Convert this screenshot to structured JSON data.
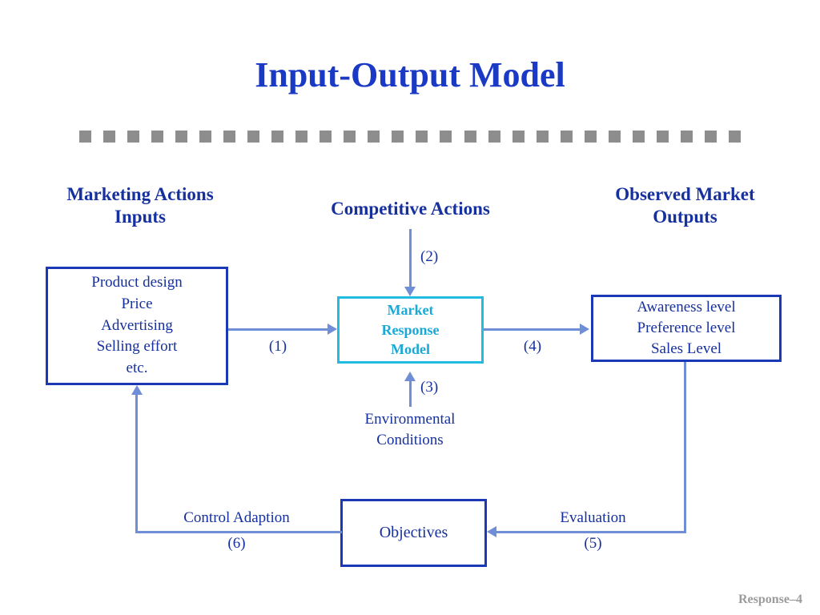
{
  "slide": {
    "title": "Input-Output Model",
    "footer": "Response–4",
    "divider_square_count": 28
  },
  "colors": {
    "title_blue": "#1a39c4",
    "navy": "#16309e",
    "box_navy_border": "#1c39b5",
    "cyan": "#1aa9d6",
    "box_cyan_border": "#22bce3",
    "connector_blue": "#6f8ed6",
    "divider_gray": "#8d8d8d",
    "footer_gray": "#9b9b9b"
  },
  "headers": {
    "left": [
      "Marketing Actions",
      "Inputs"
    ],
    "middle": [
      "Competitive Actions"
    ],
    "right": [
      "Observed Market",
      "Outputs"
    ]
  },
  "boxes": {
    "inputs": {
      "lines": [
        "Product design",
        "Price",
        "Advertising",
        "Selling effort",
        "etc."
      ]
    },
    "model": {
      "lines": [
        "Market",
        "Response",
        "Model"
      ]
    },
    "outputs": {
      "lines": [
        "Awareness level",
        "Preference level",
        "Sales Level"
      ]
    },
    "objectives": {
      "lines": [
        "Objectives"
      ]
    }
  },
  "edges": {
    "e1": {
      "number": "(1)",
      "label": ""
    },
    "e2": {
      "number": "(2)",
      "label": ""
    },
    "e3": {
      "number": "(3)",
      "label": ""
    },
    "e4": {
      "number": "(4)",
      "label": ""
    },
    "e5": {
      "number": "(5)",
      "label": "Evaluation"
    },
    "e6": {
      "number": "(6)",
      "label": "Control Adaption"
    }
  },
  "captions": {
    "environmental": [
      "Environmental",
      "Conditions"
    ]
  }
}
